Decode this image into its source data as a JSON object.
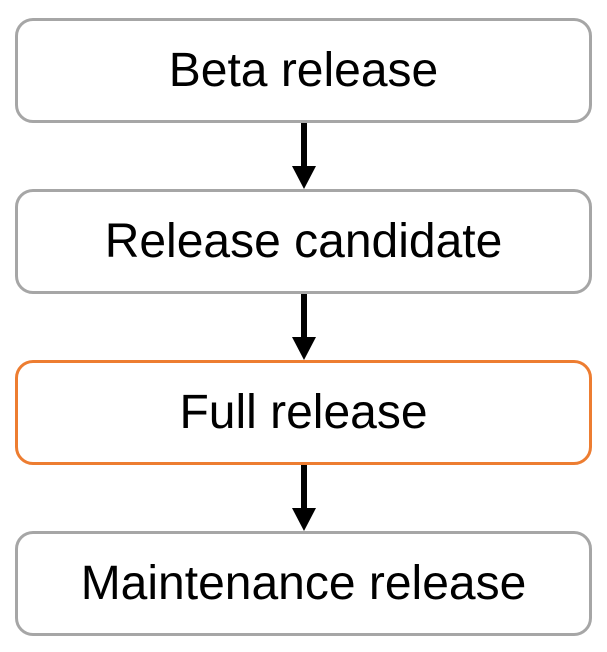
{
  "diagram": {
    "type": "flowchart",
    "orientation": "vertical",
    "nodes": [
      {
        "label": "Beta release",
        "highlighted": false
      },
      {
        "label": "Release candidate",
        "highlighted": false
      },
      {
        "label": "Full release",
        "highlighted": true
      },
      {
        "label": "Maintenance release",
        "highlighted": false
      }
    ],
    "connections": [
      {
        "from": "Beta release",
        "to": "Release candidate"
      },
      {
        "from": "Release candidate",
        "to": "Full release"
      },
      {
        "from": "Full release",
        "to": "Maintenance release"
      }
    ],
    "colors": {
      "background": "#ffffff",
      "node_fill": "#ffffff",
      "node_border_default": "#a6a6a6",
      "node_border_highlight": "#ed7d31",
      "arrow": "#000000",
      "text": "#000000"
    }
  }
}
